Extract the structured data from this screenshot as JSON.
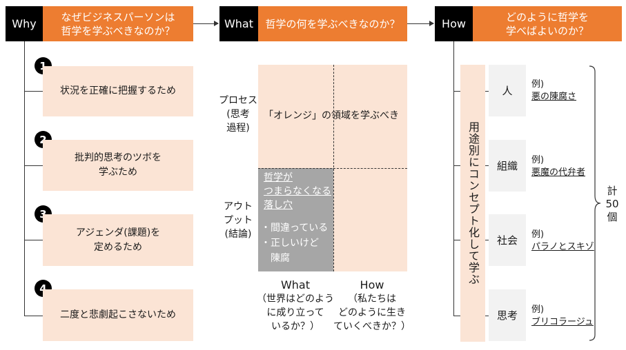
{
  "why": {
    "tag": "Why",
    "question_line1": "なぜビジネスパーソンは",
    "question_line2": "哲学を学ぶべきなのか？",
    "items": [
      {
        "num": "1",
        "line1": "状況を正確に把握するため",
        "line2": ""
      },
      {
        "num": "2",
        "line1": "批判的思考のツボを",
        "line2": "学ぶため"
      },
      {
        "num": "3",
        "line1": "アジェンダ(課題)を",
        "line2": "定めるため"
      },
      {
        "num": "4",
        "line1": "二度と悲劇起こさないため",
        "line2": ""
      }
    ]
  },
  "what": {
    "tag": "What",
    "question": "哲学の何を学ぶべきなのか？",
    "row_process_1": "プロセス",
    "row_process_2": "(思考",
    "row_process_3": "過程)",
    "row_output_1": "アウト",
    "row_output_2": "プット",
    "row_output_3": "(結論)",
    "orange_region": "「オレンジ」の領域を学ぶべき",
    "pitfall_1": "哲学が",
    "pitfall_2": "つまらなくなる",
    "pitfall_3": "落し穴",
    "bullet_1": "・間違っている",
    "bullet_2a": "・正しいけど",
    "bullet_2b": "陳腐",
    "col_what_1": "What",
    "col_what_2": "（世界はどのよう",
    "col_what_3": "に成り立って",
    "col_what_4": "いるか？）",
    "col_how_1": "How",
    "col_how_2": "（私たちは",
    "col_how_3": "どのように生き",
    "col_how_4": "ていくべきか？）"
  },
  "how": {
    "tag": "How",
    "question_line1": "どのように哲学を",
    "question_line2": "学べばよいのか？",
    "vertical": "用途別にコンセプト化して学ぶ",
    "categories": [
      {
        "name": "人",
        "ex_label": "例)",
        "ex": "悪の陳腐さ"
      },
      {
        "name": "組織",
        "ex_label": "例)",
        "ex": "悪魔の代弁者"
      },
      {
        "name": "社会",
        "ex_label": "例)",
        "ex": "パラノとスキゾ"
      },
      {
        "name": "思考",
        "ex_label": "例)",
        "ex": "ブリコラージュ"
      }
    ],
    "total_1": "計",
    "total_2": "50",
    "total_3": "個"
  },
  "colors": {
    "orange": "#ed7d31",
    "peach": "#fbe4d5",
    "gray": "#a6a6a6",
    "black": "#000000"
  }
}
